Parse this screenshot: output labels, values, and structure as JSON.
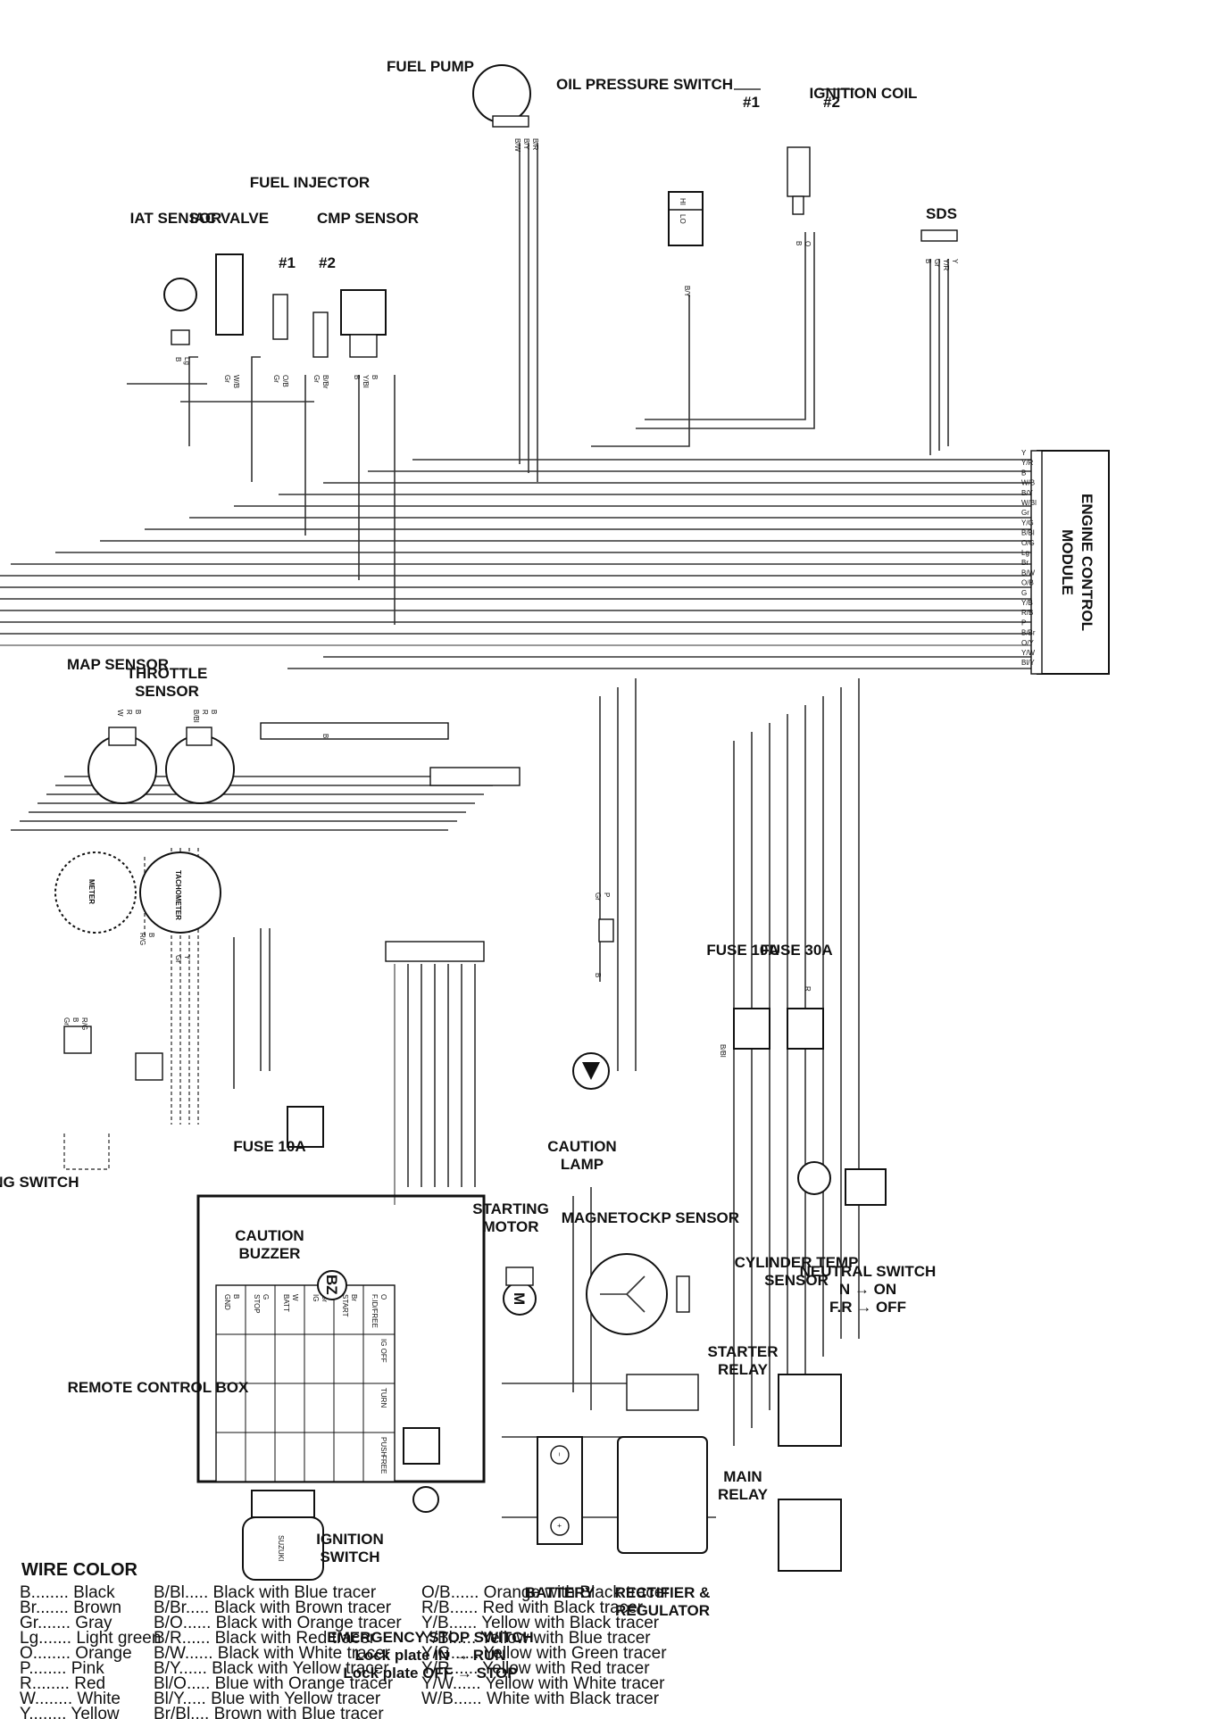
{
  "components": {
    "fuel_pump": "FUEL PUMP",
    "oil_pressure_switch": "OIL PRESSURE SWITCH",
    "oil_hi": "HI",
    "oil_lo": "LO",
    "ignition_coil": "IGNITION COIL",
    "coil_1": "#1",
    "coil_2": "#2",
    "sds": "SDS",
    "iat_sensor": "IAT SENSOR",
    "iac_valve": "IAC VALVE",
    "fuel_injector": "FUEL INJECTOR",
    "inj_1": "#1",
    "inj_2": "#2",
    "cmp_sensor": "CMP SENSOR",
    "ecm_line1": "ENGINE CONTROL",
    "ecm_line2": "MODULE",
    "map_sensor": "MAP SENSOR",
    "throttle_line1": "THROTTLE",
    "throttle_line2": "SENSOR",
    "meter": "METER",
    "tachometer": "TACHOMETER",
    "lighting_switch": "LIGHTING SWITCH",
    "fuse_10a": "FUSE 10A",
    "fuse_10a_b": "FUSE 10A",
    "fuse_30a": "FUSE 30A",
    "caution_lamp_line1": "CAUTION",
    "caution_lamp_line2": "LAMP",
    "ckp_sensor": "CKP SENSOR",
    "magneto": "MAGNETO",
    "starting_motor_line1": "STARTING",
    "starting_motor_line2": "MOTOR",
    "cyl_temp_line1": "CYLINDER TEMP",
    "cyl_temp_line2": "SENSOR",
    "neutral_line1": "NEUTRAL SWITCH",
    "neutral_line2": "N → ON",
    "neutral_line3": "F.R → OFF",
    "caution_buzzer_line1": "CAUTION",
    "caution_buzzer_line2": "BUZZER",
    "bz": "BZ",
    "remote_control_box": "REMOTE CONTROL BOX",
    "ignition_switch_line1": "IGNITION",
    "ignition_switch_line2": "SWITCH",
    "key_brand": "SUZUKI",
    "estop_line1": "EMERGENCY STOP SWITCH",
    "estop_line2": "Lock plate IN → RUN",
    "estop_line3": "Lock plate OFF → STOP",
    "battery": "BATTERY",
    "rectifier_line1": "RECTIFIER &",
    "rectifier_line2": "REGULATOR",
    "starter_relay_line1": "STARTER",
    "starter_relay_line2": "RELAY",
    "main_relay_line1": "MAIN",
    "main_relay_line2": "RELAY",
    "motor_m": "M"
  },
  "switch_table": {
    "row_labels": [
      "GND",
      "STOP",
      "BATT",
      "IG",
      "START",
      "F.ID/FREE"
    ],
    "row_wires": [
      "B",
      "G",
      "W",
      "Gr",
      "Br",
      "O"
    ],
    "col_labels": [
      "IG OFF",
      "TURN",
      "PUSH"
    ],
    "free_label": "FREE"
  },
  "ecm_pins": [
    "Y",
    "Y/R",
    "B",
    "W/B",
    "B/Y",
    "W/Bl",
    "Gr",
    "Y/G",
    "B/Bl",
    "O/G",
    "Lg",
    "Br",
    "B/W",
    "O/B",
    "G",
    "Y/B",
    "R/B",
    "P",
    "B/Br",
    "O/Y",
    "Y/W",
    "Bl/Y"
  ],
  "wire_labels": {
    "fuel_pump": [
      "B/W",
      "B/Y",
      "B/R"
    ],
    "oil_switch": "B/Y",
    "coil": [
      "B",
      "O"
    ],
    "sds": [
      "B",
      "Gr",
      "Y/R",
      "Y"
    ],
    "iat": [
      "B",
      "Lg"
    ],
    "iac": [
      "Gr",
      "W/B"
    ],
    "inj1": [
      "Gr",
      "O/B"
    ],
    "inj2": [
      "Gr",
      "B/Br"
    ],
    "cmp": [
      "B",
      "Y/Bl",
      "B"
    ],
    "map": [
      "W",
      "R",
      "B"
    ],
    "throttle": [
      "B/Bl",
      "R",
      "B"
    ],
    "gnd": "B",
    "fuse10": "B/Bl",
    "fuse30": "R",
    "lighting": [
      "Gr",
      "B",
      "R/G"
    ],
    "caution_lamp": [
      "Gr",
      "P",
      "B"
    ],
    "tach": [
      "Gr",
      "Y"
    ],
    "meter": [
      "R/G",
      "B"
    ]
  },
  "wire_color_legend": {
    "title": "WIRE COLOR",
    "col1": [
      "B........ Black",
      "Br....... Brown",
      "Gr....... Gray",
      "Lg....... Light green",
      "O........ Orange",
      "P........ Pink",
      "R........ Red",
      "W........ White",
      "Y........ Yellow"
    ],
    "col2": [
      "B/Bl..... Black with Blue tracer",
      "B/Br..... Black with Brown tracer",
      "B/O...... Black with Orange tracer",
      "B/R...... Black with Red tracer",
      "B/W...... Black with White tracer",
      "B/Y...... Black with Yellow tracer",
      "Bl/O..... Blue with Orange tracer",
      "Bl/Y..... Blue with Yellow tracer",
      "Br/Bl.... Brown with Blue tracer"
    ],
    "col3": [
      "O/B...... Orange with Black tracer",
      "R/B...... Red with Black tracer",
      "Y/B...... Yellow with Black tracer",
      "Y/Bl..... Yellow with Blue tracer",
      "Y/G...... Yellow with Green tracer",
      "Y/R...... Yellow with Red tracer",
      "Y/W...... Yellow with White tracer",
      "W/B...... White with Black tracer"
    ]
  }
}
